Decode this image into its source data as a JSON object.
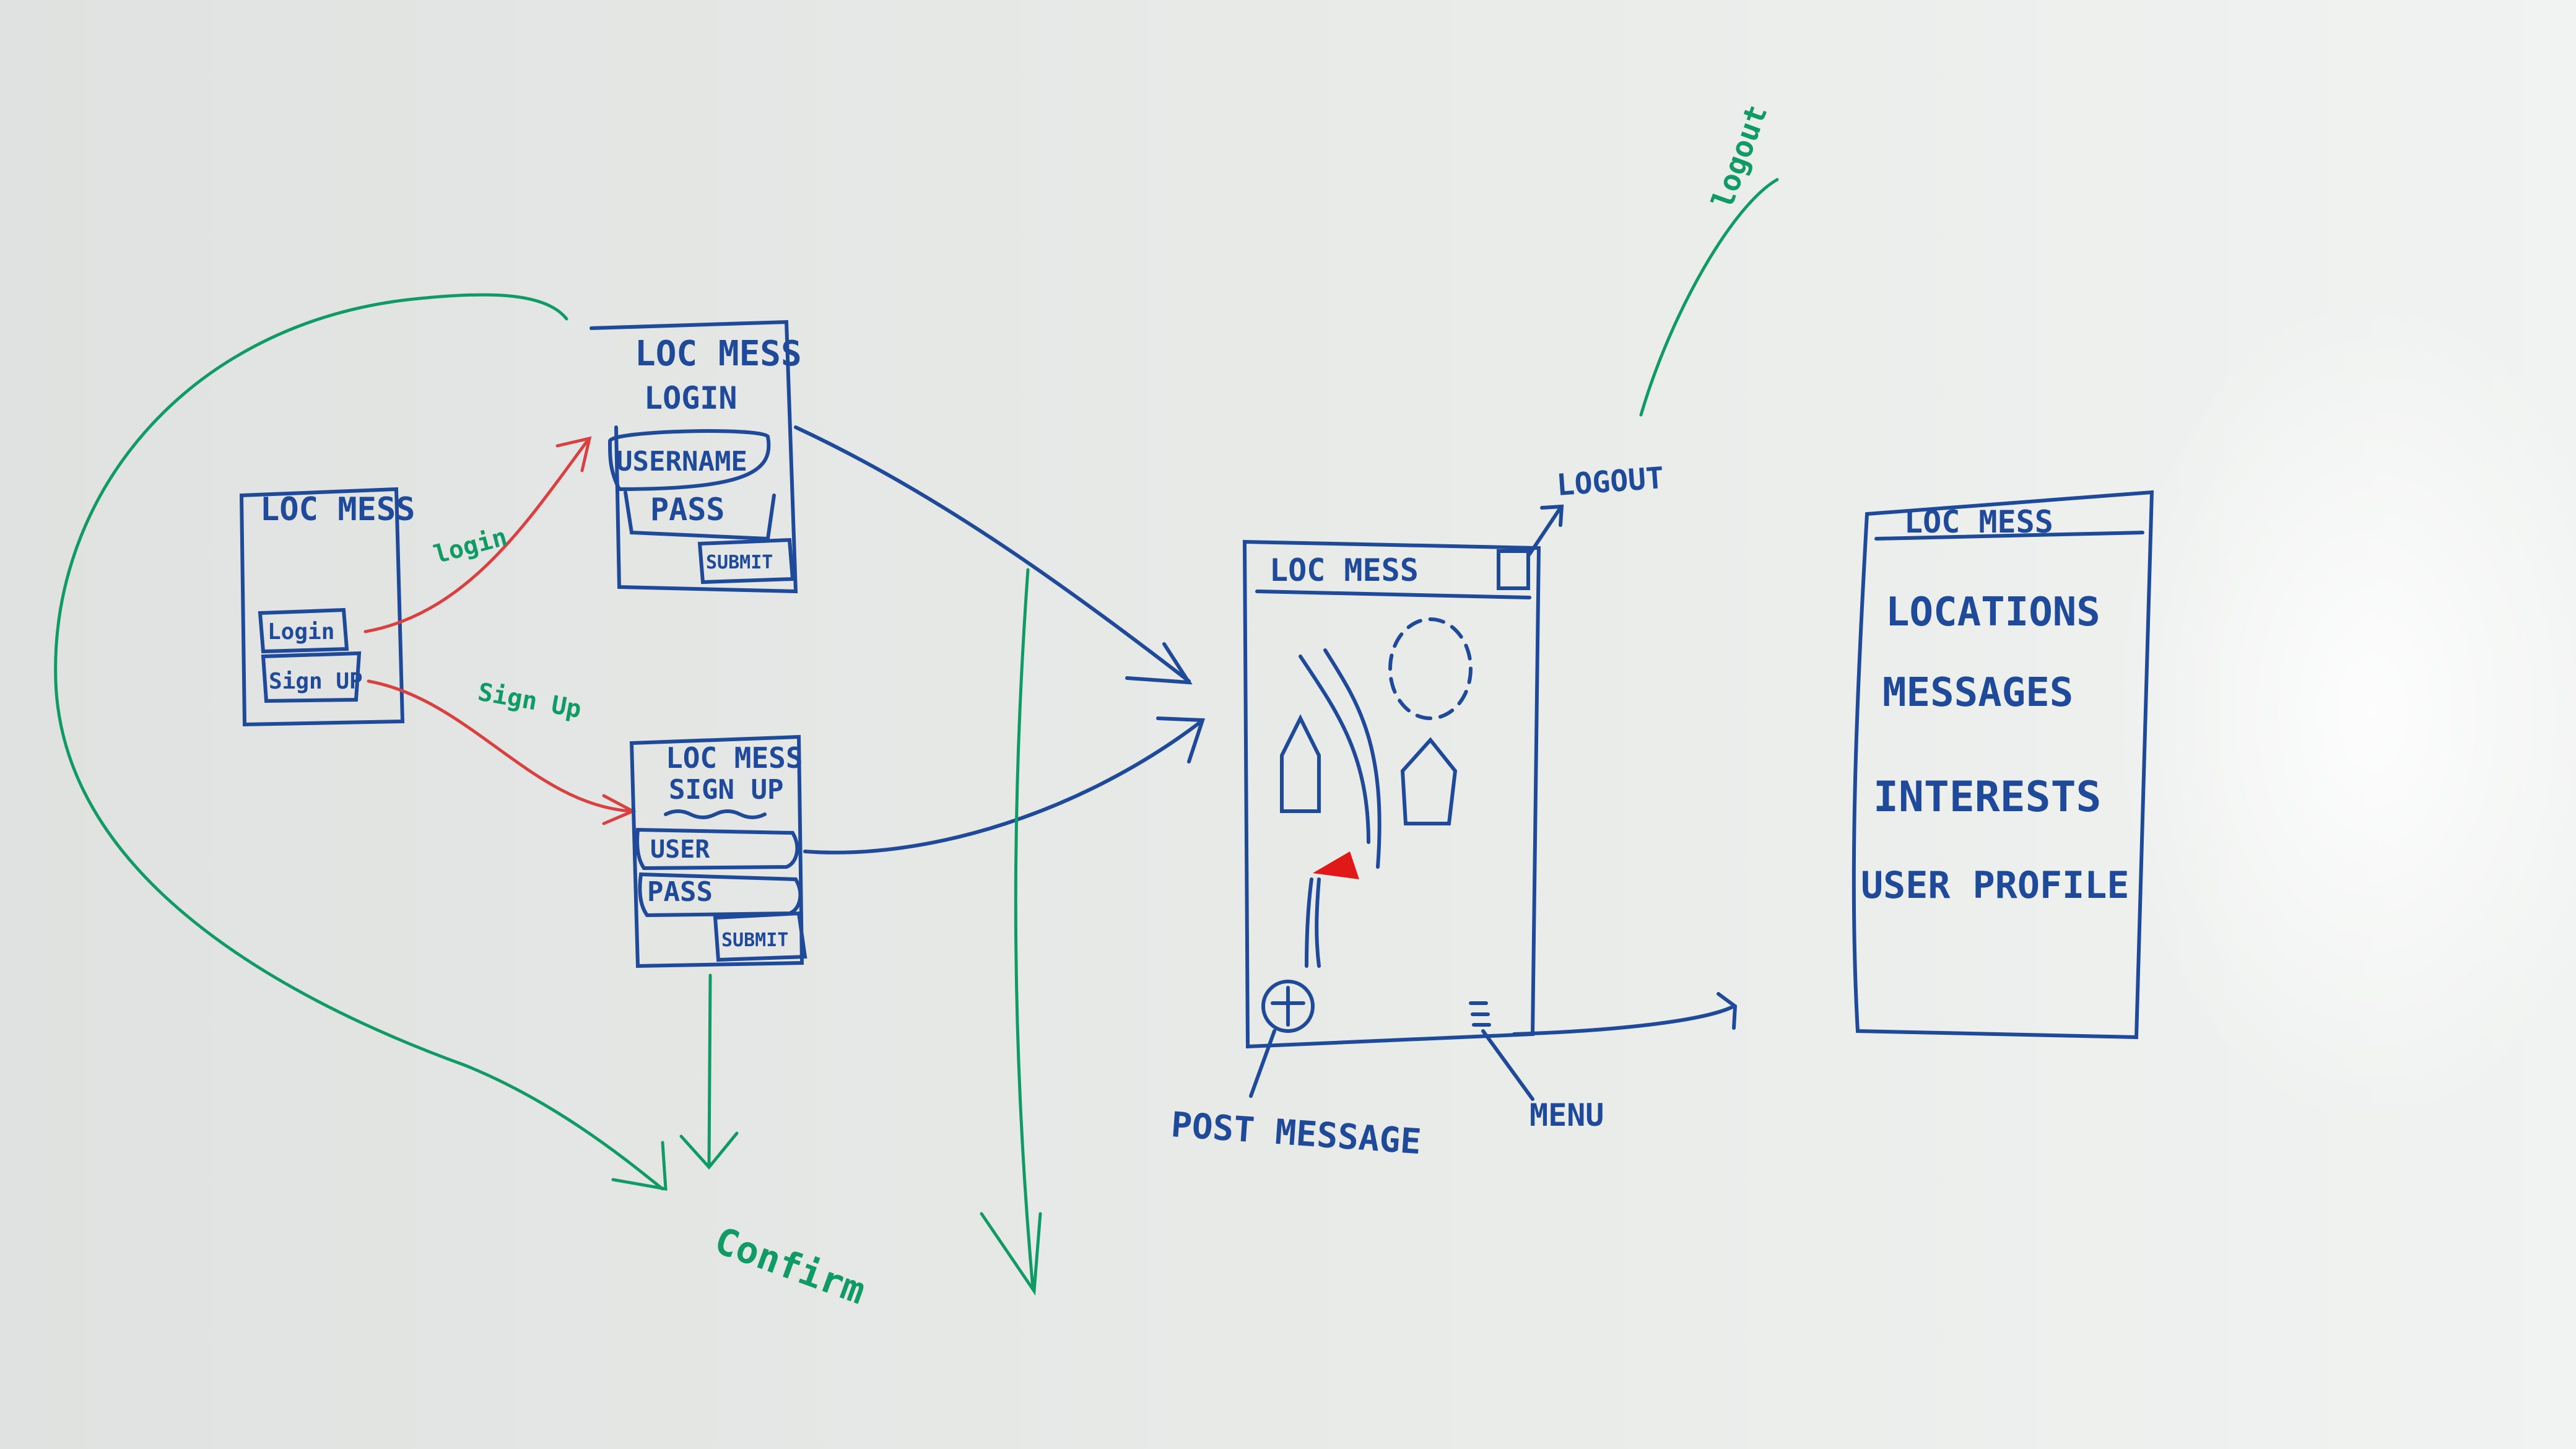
{
  "colors": {
    "board": "#e9ebe9",
    "ink_blue": "#1f4a99",
    "ink_green": "#0f9a66",
    "ink_red": "#d94040",
    "marker_red": "#e01818"
  },
  "home_screen": {
    "title": "LOC MESS",
    "login_button": "Login",
    "signup_button": "Sign UP"
  },
  "arrows": {
    "to_login": "login",
    "to_signup": "Sign Up"
  },
  "login_screen": {
    "title": "LOC MESS",
    "heading": "LOGIN",
    "username_field": "USERNAME",
    "password_field": "PASS",
    "submit_button": "SUBMIT"
  },
  "signup_screen": {
    "title": "LOC MESS",
    "heading": "SIGN UP",
    "user_field": "USER",
    "password_field": "PASS",
    "submit_button": "SUBMIT"
  },
  "confirm_note": "Confirm",
  "map_screen": {
    "title": "LOC MESS",
    "logout_label": "LOGOUT",
    "logout_note": "logout",
    "post_icon": "plus-icon",
    "menu_icon": "menu-icon",
    "post_label": "POST MESSAGE",
    "menu_label": "MENU"
  },
  "menu_screen": {
    "title": "LOC MESS",
    "items": [
      "LOCATIONS",
      "MESSAGES",
      "INTERESTS",
      "USER PROFILE"
    ]
  }
}
